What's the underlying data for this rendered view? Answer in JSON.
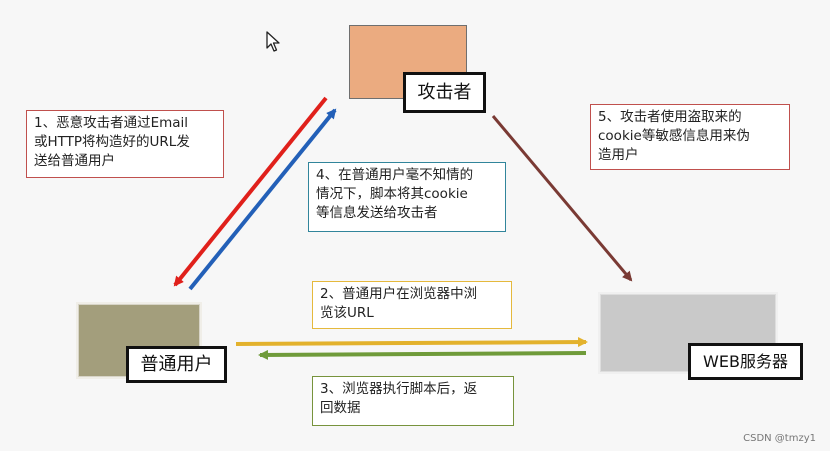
{
  "nodes": {
    "attacker": {
      "label": "攻击者",
      "color": "#ebab80"
    },
    "user": {
      "label": "普通用户",
      "color": "#a39e7c"
    },
    "server": {
      "label": "WEB服务器",
      "color": "#c9c9c9"
    }
  },
  "notes": {
    "step1": {
      "line1": "1、恶意攻击者通过Email",
      "line2": "或HTTP将构造好的URL发",
      "line3": "送给普通用户"
    },
    "step2": {
      "line1": "2、普通用户在浏览器中浏",
      "line2": "览该URL"
    },
    "step3": {
      "line1": "3、浏览器执行脚本后，返",
      "line2": "回数据"
    },
    "step4": {
      "line1": "4、在普通用户毫不知情的",
      "line2": "情况下，脚本将其cookie",
      "line3": "等信息发送给攻击者"
    },
    "step5": {
      "line1": "5、攻击者使用盗取来的",
      "line2": "cookie等敏感信息用来伪",
      "line3": "造用户"
    }
  },
  "arrow_colors": {
    "step1": "#e0201b",
    "step2": "#e3b22d",
    "step3": "#6f9b3a",
    "step4": "#2360b8",
    "step5": "#7a3a34"
  },
  "icons": {
    "cursor": "mouse-pointer-icon"
  },
  "watermark": "CSDN @tmzy1"
}
